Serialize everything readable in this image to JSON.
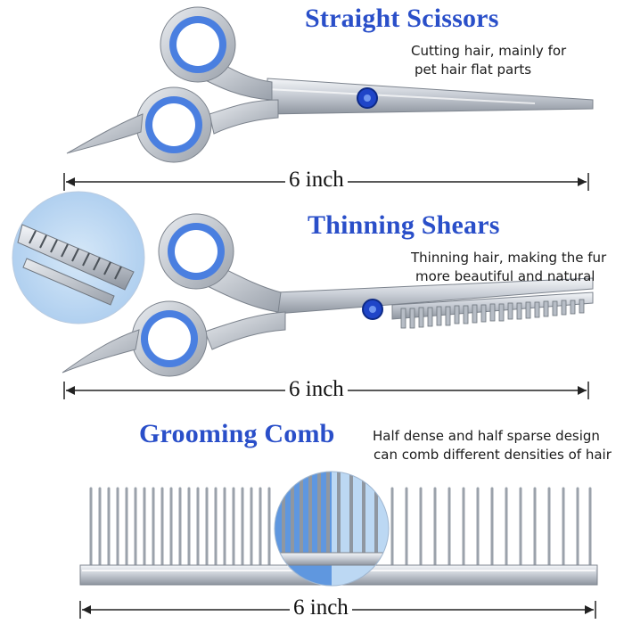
{
  "sections": [
    {
      "title": "Straight Scissors",
      "description_lines": [
        "Cutting hair, mainly for",
        "pet hair flat parts"
      ],
      "measure": "6 inch"
    },
    {
      "title": "Thinning Shears",
      "description_lines": [
        "Thinning hair, making the fur",
        "more beautiful and natural"
      ],
      "measure": "6 inch"
    },
    {
      "title": "Grooming Comb",
      "description_lines": [
        "Half dense and half sparse design",
        "can comb different densities of hair"
      ],
      "measure": "6 inch"
    }
  ],
  "colors": {
    "title_blue": "#2a4fc9",
    "ring_blue": "#4a7fe0",
    "steel": "#c9ced6",
    "steel_dark": "#8e959f",
    "lens_fill": "#bcd8f3"
  },
  "icons": [
    "straight-scissors-icon",
    "thinning-shears-icon",
    "thinning-blade-zoom-icon",
    "grooming-comb-icon",
    "comb-zoom-icon"
  ]
}
